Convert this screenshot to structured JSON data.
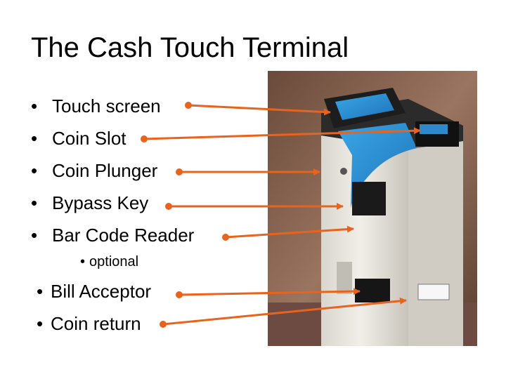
{
  "slide": {
    "title": "The Cash Touch Terminal",
    "bullet_char": "•",
    "items": [
      {
        "label": "Touch screen"
      },
      {
        "label": "Coin Slot"
      },
      {
        "label": "Coin Plunger"
      },
      {
        "label": "Bypass Key"
      },
      {
        "label": "Bar Code Reader"
      }
    ],
    "sub_item": "optional",
    "items2": [
      {
        "label": "Bill Acceptor"
      },
      {
        "label": "Coin return"
      }
    ]
  },
  "colors": {
    "arrow": "#e8631c",
    "background": "#ffffff",
    "text": "#000000"
  }
}
